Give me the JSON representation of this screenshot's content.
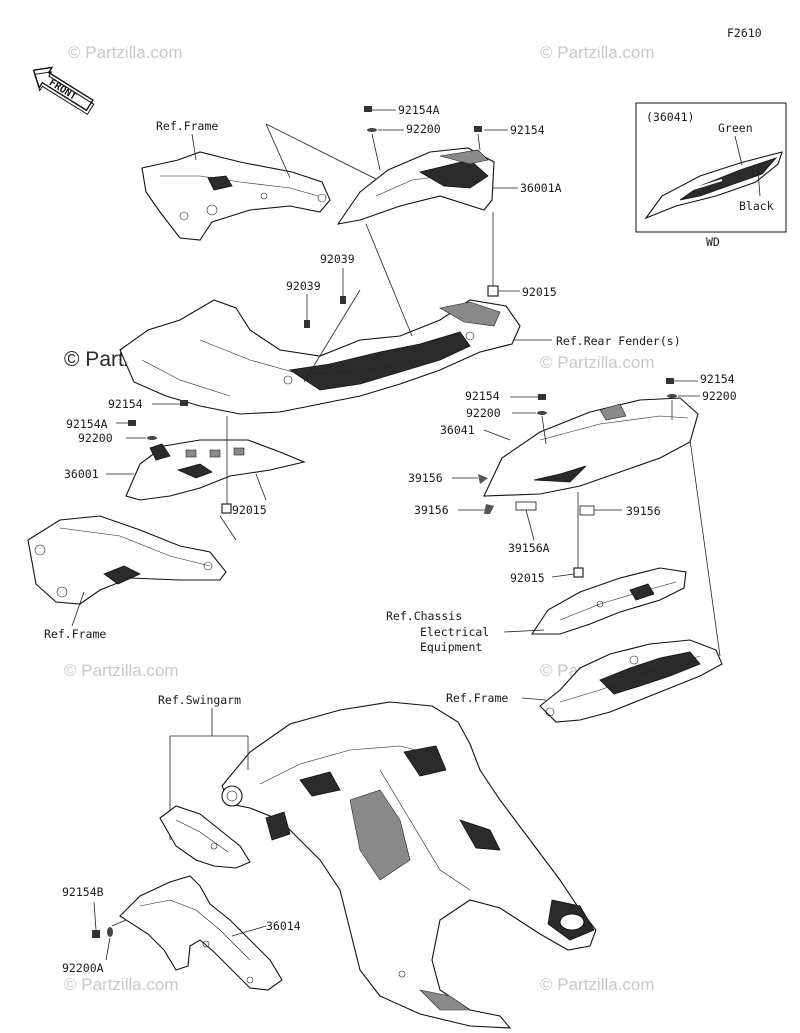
{
  "figure_code": "F2610",
  "front_label": "FRONT",
  "watermarks": [
    "© Partzilla.com",
    "© Partzilla.com",
    "© Partzilla.com",
    "© Partzilla.com",
    "© Partzilla.com",
    "© Partzilla.com",
    "© Partzilla.com",
    "© Partzilla.com"
  ],
  "inset": {
    "part_ref": "(36041)",
    "color_top": "Green",
    "color_bottom": "Black",
    "variant": "WD"
  },
  "labels": {
    "p92154A_top": "92154A",
    "p92200_top": "92200",
    "p92154_top": "92154",
    "p36001A": "36001A",
    "ref_frame_top": "Ref.Frame",
    "p92039_a": "92039",
    "p92039_b": "92039",
    "p92015_top": "92015",
    "ref_rear_fender": "Ref.Rear Fender(s)",
    "p92154_left": "92154",
    "p92154A_left": "92154A",
    "p92200_left": "92200",
    "p36001": "36001",
    "p92015_left": "92015",
    "ref_frame_left": "Ref.Frame",
    "p92154_mid": "92154",
    "p92200_mid": "92200",
    "p92154_right": "92154",
    "p92200_right": "92200",
    "p36041": "36041",
    "p39156_a": "39156",
    "p39156_b": "39156",
    "p39156_c": "39156",
    "p39156A": "39156A",
    "p92015_mid": "92015",
    "ref_chassis_1": "Ref.Chassis",
    "ref_chassis_2": "Electrical",
    "ref_chassis_3": "Equipment",
    "ref_frame_right": "Ref.Frame",
    "ref_swingarm": "Ref.Swingarm",
    "p92154B": "92154B",
    "p36014": "36014",
    "p92200A": "92200A"
  }
}
